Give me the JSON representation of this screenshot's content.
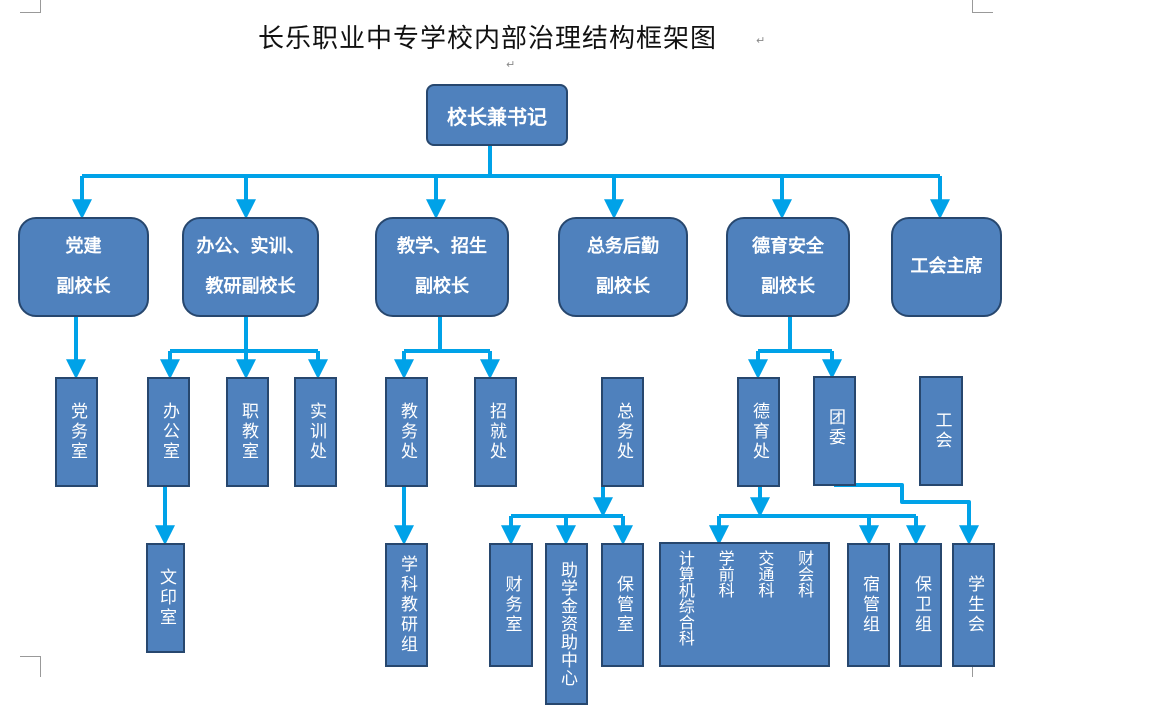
{
  "title": "长乐职业中专学校内部治理结构框架图",
  "root": "校长兼书记",
  "level1": {
    "party": "党建\n副校长",
    "office": "办公、实训、\n教研副校长",
    "teaching": "教学、招生\n副校长",
    "general": "总务后勤\n副校长",
    "moral": "德育安全\n副校长",
    "union": "工会主席"
  },
  "level2": {
    "party_office": "党务室",
    "admin_office": "办公室",
    "vocational_office": "职教室",
    "training_office": "实训处",
    "academic_affairs": "教务处",
    "admissions": "招就处",
    "general_affairs": "总务处",
    "moral_education": "德育处",
    "youth_league": "团委",
    "labor_union": "工会"
  },
  "level3": {
    "print_room": "文印室",
    "research_group": "学科教研组",
    "finance": "财务室",
    "aid_center": "助学金资助中心",
    "custody": "保管室",
    "dept_computer": "计算机综合科",
    "dept_preschool": "学前科",
    "dept_transport": "交通科",
    "dept_finance": "财会科",
    "dorm": "宿管组",
    "security": "保卫组",
    "student_union": "学生会"
  },
  "colors": {
    "node_fill": "#4f81bd",
    "node_border": "#27476e",
    "connector": "#00a2e8"
  }
}
